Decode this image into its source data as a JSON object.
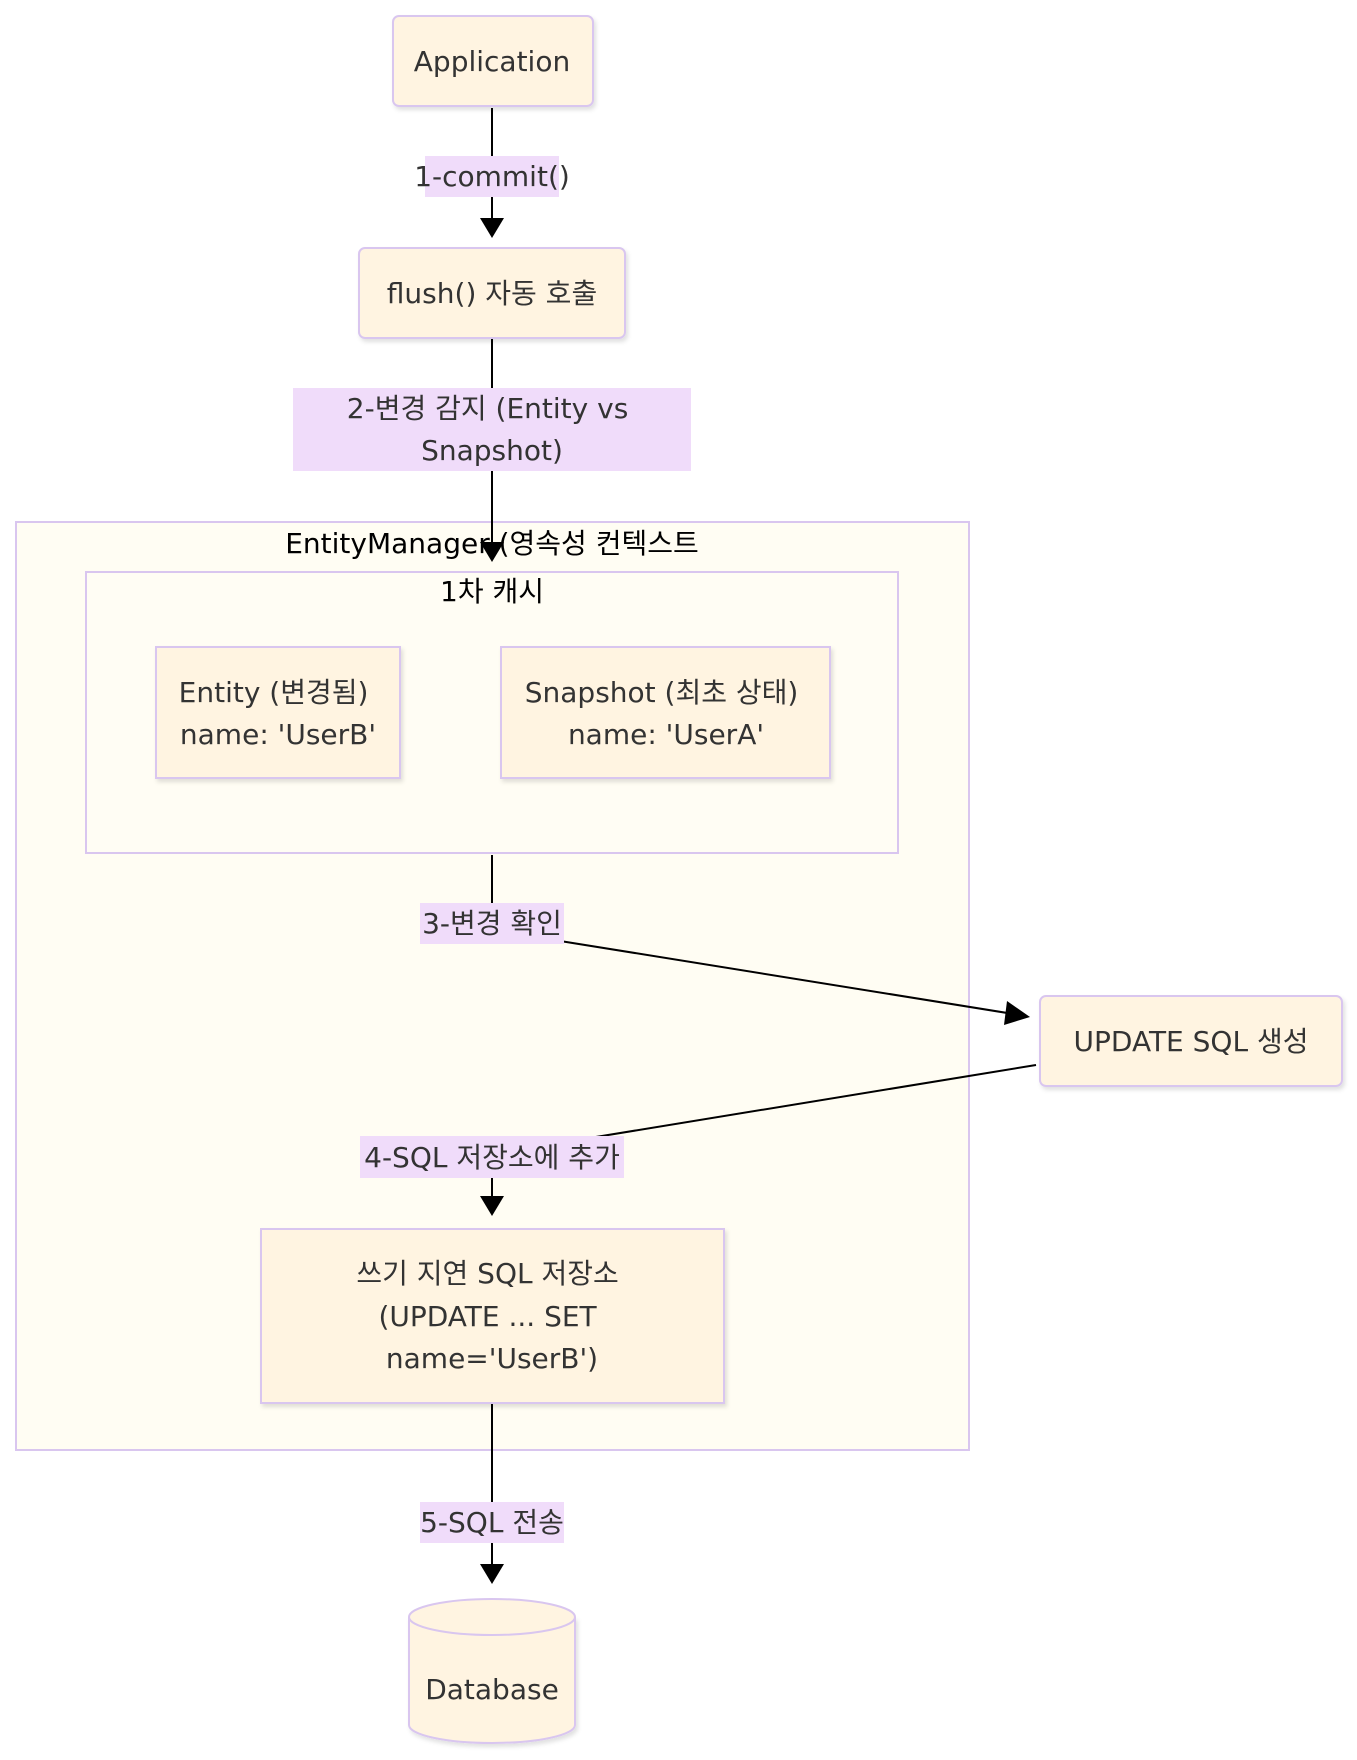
{
  "nodes": {
    "application": {
      "lines": [
        "Application"
      ]
    },
    "flush": {
      "lines": [
        "flush() 자동 호출"
      ]
    },
    "entity": {
      "lines": [
        "Entity (변경됨)",
        "name: 'UserB'"
      ]
    },
    "snapshot": {
      "lines": [
        "Snapshot (최초 상태)",
        "name: 'UserA'"
      ]
    },
    "update_sql": {
      "lines": [
        "UPDATE SQL 생성"
      ]
    },
    "sql_store": {
      "lines": [
        "쓰기 지연 SQL 저장소",
        "(UPDATE ... SET",
        "name='UserB')"
      ]
    },
    "database": {
      "lines": [
        "Database"
      ]
    }
  },
  "clusters": {
    "entity_manager": {
      "title": "EntityManager (영속성 컨텍스트"
    },
    "first_level_cache": {
      "title": "1차 캐시"
    }
  },
  "edges": {
    "e1": {
      "lines": [
        "1-commit()"
      ]
    },
    "e2": {
      "lines": [
        "2-변경 감지 (Entity vs",
        "Snapshot)"
      ]
    },
    "e3": {
      "lines": [
        "3-변경 확인"
      ]
    },
    "e4": {
      "lines": [
        "4-SQL 저장소에 추가"
      ]
    },
    "e5": {
      "lines": [
        "5-SQL 전송"
      ]
    }
  },
  "colors": {
    "node_fill": "#fff4e1",
    "node_stroke": "#d9c6ef",
    "cluster_fill": "#fffdf3",
    "inner_cluster_fill": "#fffdf4",
    "edge_label_bg": "#f0dcfa",
    "edge_stroke": "#000000"
  }
}
